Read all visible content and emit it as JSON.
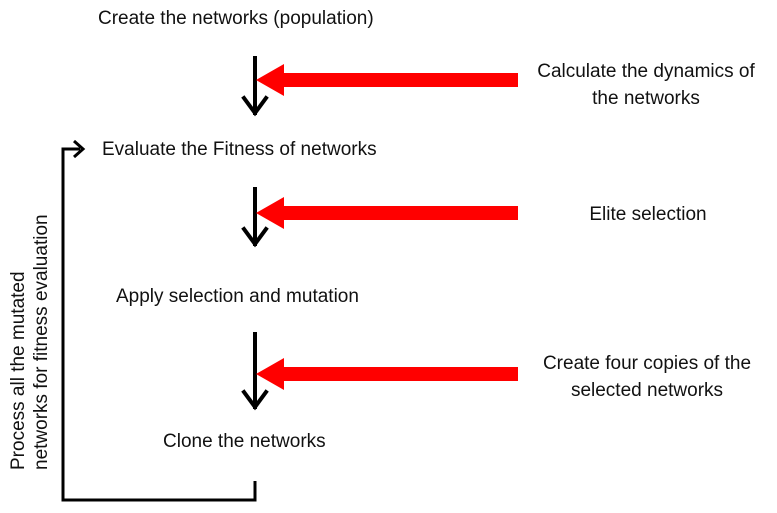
{
  "steps": [
    {
      "label": "Create the networks (population)"
    },
    {
      "label": "Evaluate the Fitness of networks"
    },
    {
      "label": "Apply selection and mutation"
    },
    {
      "label": "Clone the networks"
    }
  ],
  "annotations": [
    {
      "line1": "Calculate the dynamics of",
      "line2": "the networks"
    },
    {
      "line1": "Elite selection",
      "line2": ""
    },
    {
      "line1": "Create four copies of the",
      "line2": "selected networks"
    }
  ],
  "feedback_loop": {
    "line1": "Process all the mutated",
    "line2": "networks for fitness evaluation"
  },
  "colors": {
    "flow_arrow": "#000000",
    "annotation_arrow": "#ff0000",
    "text": "#111111",
    "background": "#ffffff"
  }
}
